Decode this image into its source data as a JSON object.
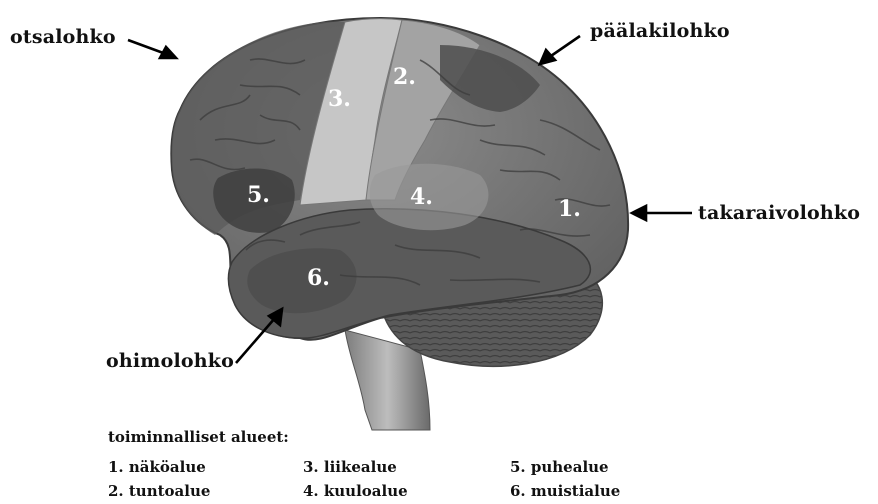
{
  "lobes": {
    "frontal": "otsalohko",
    "parietal": "päälakilohko",
    "occipital": "takaraivolohko",
    "temporal": "ohimolohko"
  },
  "regions": [
    "1.",
    "2.",
    "3.",
    "4.",
    "5.",
    "6."
  ],
  "legend": {
    "title": "toiminnalliset alueet:",
    "items": [
      "1. näköalue",
      "2. tuntoalue",
      "3. liikealue",
      "4. kuuloalue",
      "5. puhealue",
      "6. muistialue"
    ]
  }
}
